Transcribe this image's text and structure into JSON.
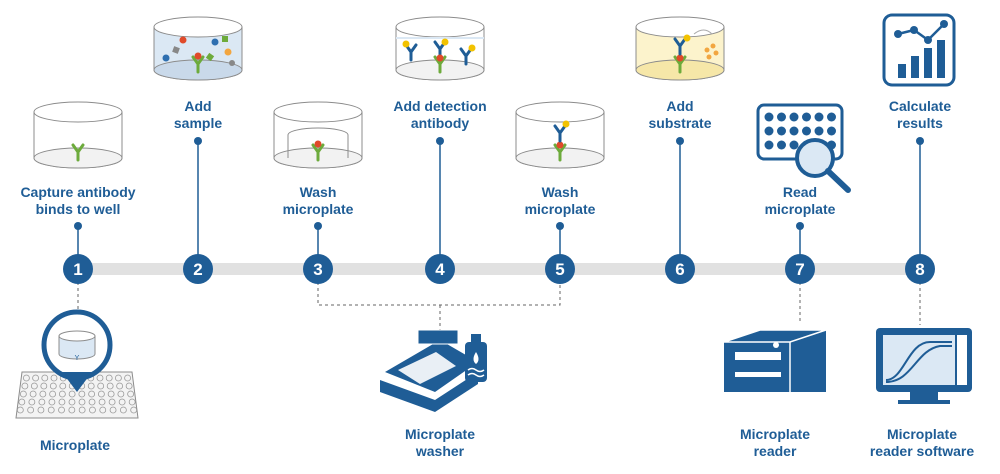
{
  "colors": {
    "primary": "#1f5d96",
    "timeline": "#e1e1e1",
    "antibody_green": "#6dab3c",
    "antigen_red": "#e04a2a",
    "enzyme_yellow": "#f2c200",
    "substrate": "#fcf3cc",
    "sample_liquid": "#dbe8f4"
  },
  "steps": [
    {
      "number": "1",
      "label": [
        "Capture antibody",
        "binds to well"
      ],
      "icon": "capture-antibody-well-icon"
    },
    {
      "number": "2",
      "label": [
        "Add",
        "sample"
      ],
      "icon": "sample-well-icon"
    },
    {
      "number": "3",
      "label": [
        "Wash",
        "microplate"
      ],
      "icon": "wash-well-icon"
    },
    {
      "number": "4",
      "label": [
        "Add detection",
        "antibody"
      ],
      "icon": "detection-antibody-well-icon"
    },
    {
      "number": "5",
      "label": [
        "Wash",
        "microplate"
      ],
      "icon": "wash-well-detection-icon"
    },
    {
      "number": "6",
      "label": [
        "Add",
        "substrate"
      ],
      "icon": "substrate-well-icon"
    },
    {
      "number": "7",
      "label": [
        "Read",
        "microplate"
      ],
      "icon": "microplate-magnifier-icon"
    },
    {
      "number": "8",
      "label": [
        "Calculate",
        "results"
      ],
      "icon": "results-chart-icon"
    }
  ],
  "equipment": [
    {
      "label": [
        "Microplate"
      ],
      "icon": "microplate-pin-icon"
    },
    {
      "label": [
        "Microplate",
        "washer"
      ],
      "icon": "microplate-washer-icon"
    },
    {
      "label": [
        "Microplate",
        "reader"
      ],
      "icon": "microplate-reader-icon"
    },
    {
      "label": [
        "Microplate",
        "reader software"
      ],
      "icon": "reader-software-monitor-icon"
    }
  ]
}
